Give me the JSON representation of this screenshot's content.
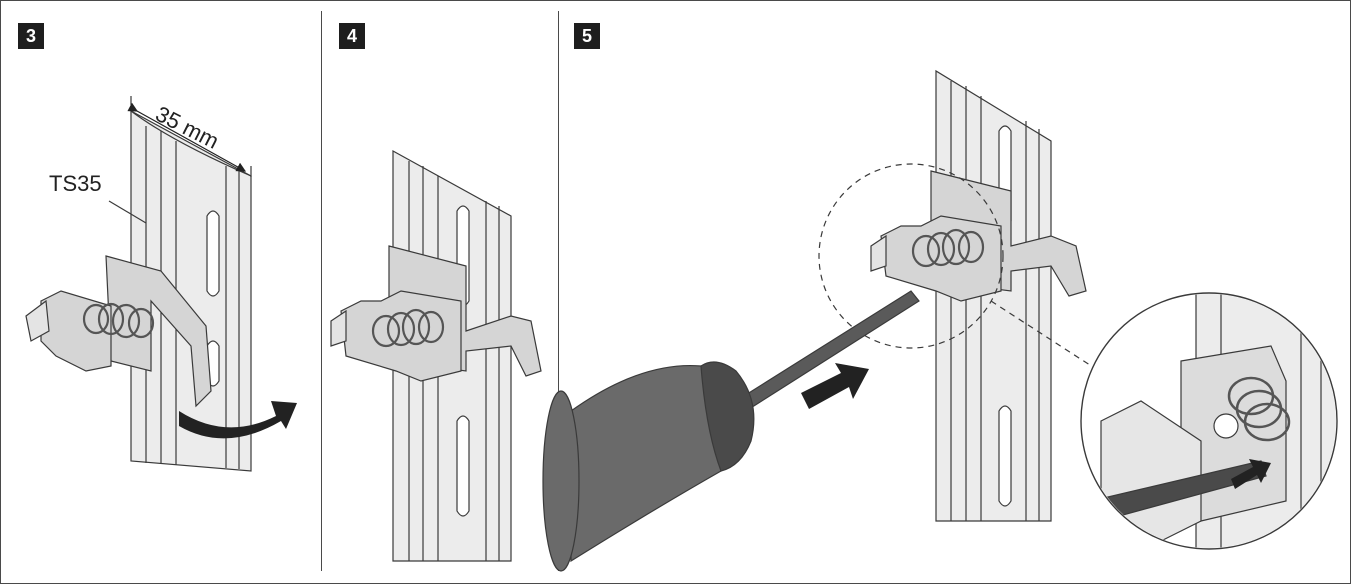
{
  "steps": [
    {
      "number": "3",
      "labels": {
        "dimension": "35 mm",
        "rail": "TS35"
      }
    },
    {
      "number": "4"
    },
    {
      "number": "5"
    }
  ],
  "colors": {
    "outline": "#3a3a3a",
    "rail_fill": "#e2e2e2",
    "clip_fill": "#cfcfcf",
    "spring": "#555555",
    "arrow": "#222222",
    "screwdriver": "#5a5a5a"
  }
}
